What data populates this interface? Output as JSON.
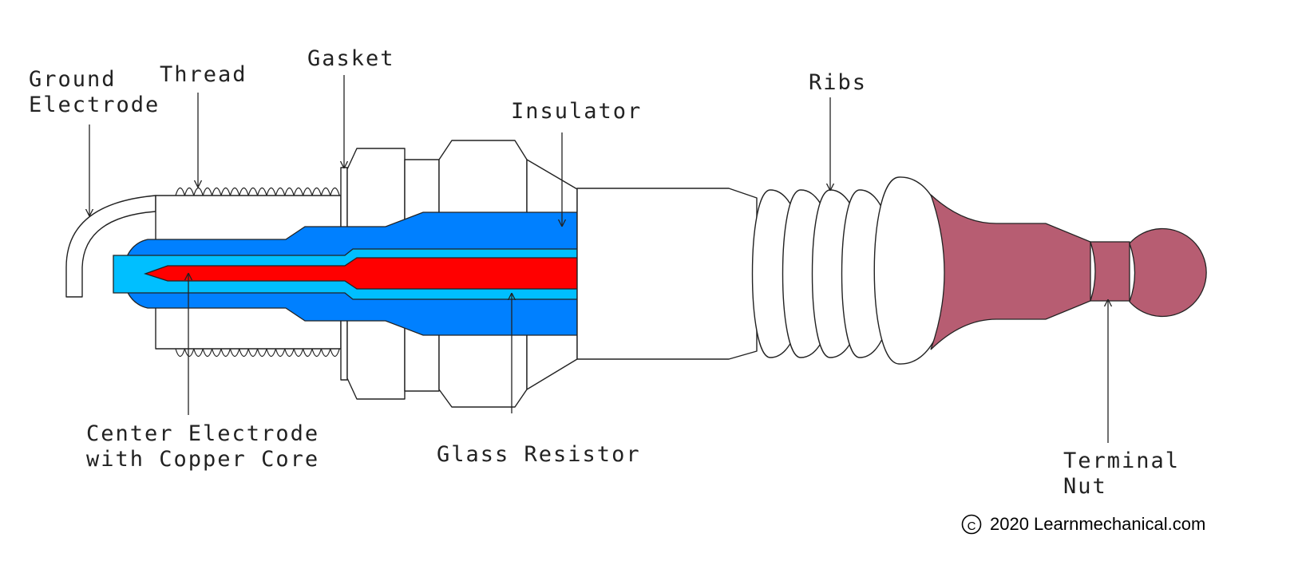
{
  "labels": {
    "ground_electrode": [
      "Ground",
      "Electrode"
    ],
    "thread": "Thread",
    "gasket": "Gasket",
    "insulator": "Insulator",
    "ribs": "Ribs",
    "center_electrode": [
      "Center Electrode",
      "with Copper Core"
    ],
    "glass_resistor": "Glass Resistor",
    "terminal_nut": [
      "Terminal",
      "Nut"
    ]
  },
  "copyright": {
    "symbol": "C",
    "text": "2020 Learnmechanical.com"
  },
  "colors": {
    "insulator_core": "#0080ff",
    "glass_resistor": "#00bfff",
    "center_electrode": "#ff0000",
    "terminal": "#b75d72",
    "outline": "#222222"
  }
}
